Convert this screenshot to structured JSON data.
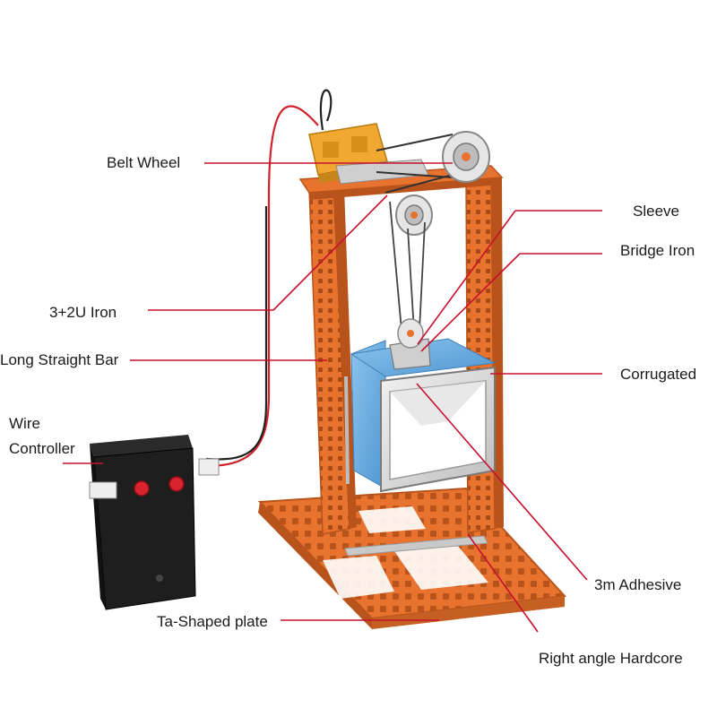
{
  "labels": {
    "belt_wheel": "Belt Wheel",
    "sleeve": "Sleeve",
    "bridge_iron": "Bridge Iron",
    "iron_3_2u": "3+2U Iron",
    "long_straight_bar": "Long Straight Bar",
    "corrugated": "Corrugated",
    "wire": "Wire",
    "controller": "Controller",
    "adhesive_3m": "3m Adhesive",
    "ta_shaped_plate": "Ta-Shaped plate",
    "right_angle_hardcore": "Right angle Hardcore"
  },
  "colors": {
    "frame_orange": "#e8732e",
    "frame_dark": "#b8541b",
    "leader_red": "#c8102e",
    "sponge_blue": "#6aaee0",
    "box_grey": "#d9d9d9",
    "motor_yellow": "#f0a830",
    "controller_black": "#1e1e1e",
    "button_red": "#d9242f"
  },
  "icons": [
    "belt-wheel-icon",
    "motor-icon",
    "battery-controller-icon"
  ]
}
